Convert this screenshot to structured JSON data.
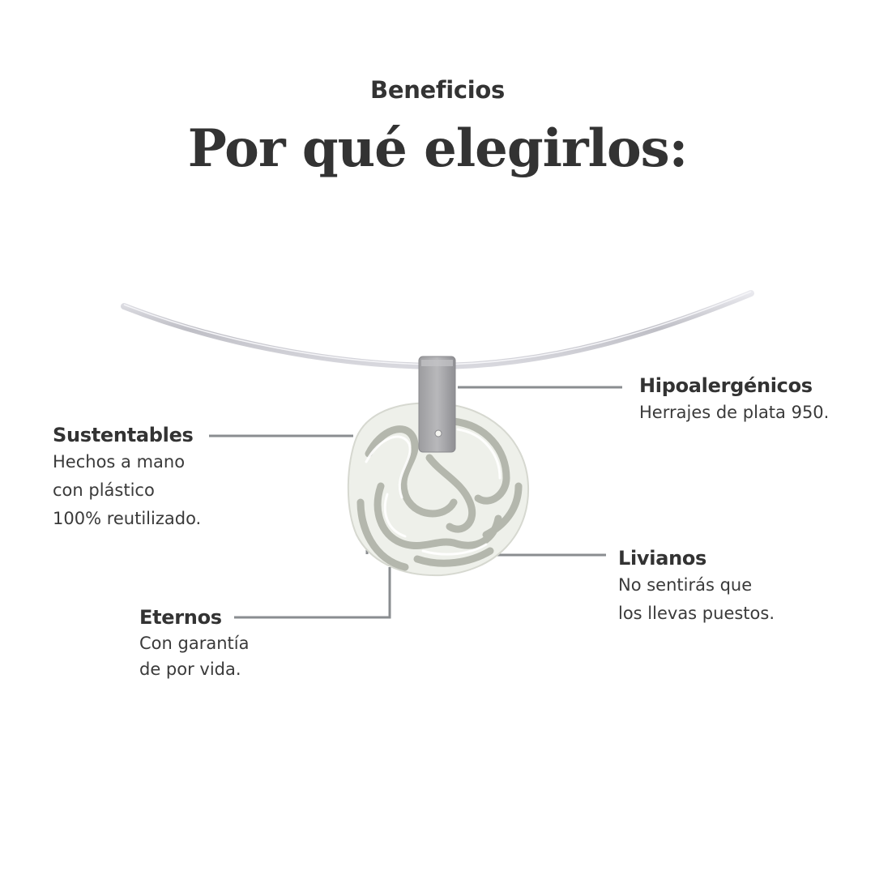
{
  "header": {
    "eyebrow": "Beneficios",
    "title": "Por qué elegirlos:"
  },
  "product": {
    "name": "pendant-necklace-image",
    "description": "Round pendant with white and grey swirl pattern on a silver wire choker"
  },
  "features": [
    {
      "title": "Sustentables",
      "desc_lines": [
        "Hechos a mano",
        "con plástico",
        "100% reutilizado."
      ]
    },
    {
      "title": "Hipoalergénicos",
      "desc_lines": [
        "Herrajes de plata 950."
      ]
    },
    {
      "title": "Livianos",
      "desc_lines": [
        "No sentirás que",
        "los llevas puestos."
      ]
    },
    {
      "title": "Eternos",
      "desc_lines": [
        "Con garantía",
        "de por vida."
      ]
    }
  ],
  "colors": {
    "text": "#333333",
    "connector": "#8a8d90",
    "wire": "#c9c9ce",
    "pendant_light": "#eef0ea",
    "pendant_grey": "#b4b7ad",
    "bail": "#a9a9ab"
  }
}
